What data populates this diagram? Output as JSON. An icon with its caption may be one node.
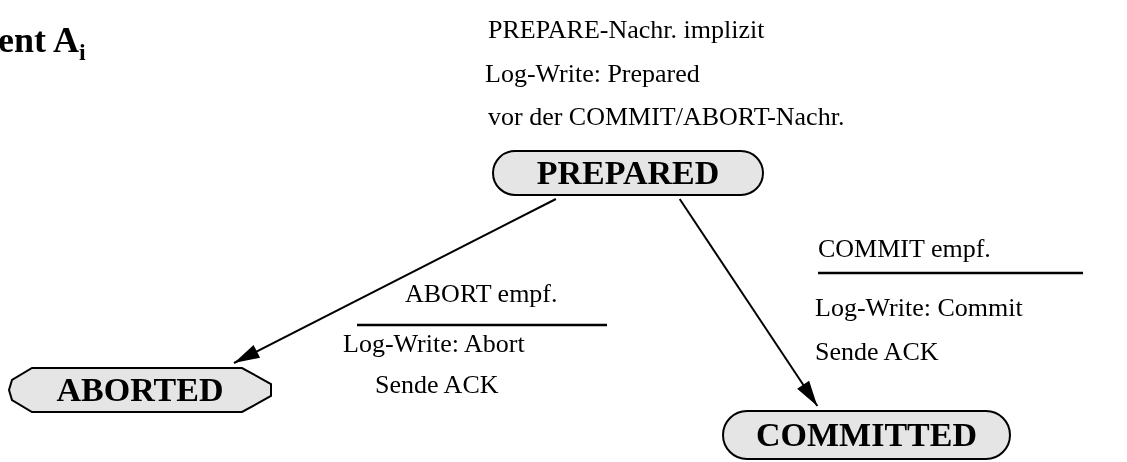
{
  "diagram": {
    "title": "ent A$_{i}$",
    "nodes": [
      {
        "text": [
          "PREPARED"
        ],
        "beside": [
          "PREPARE-Nachr. implizit",
          "Log-Write: Prepared",
          "vor der COMMIT/ABORT-Nachr."
        ]
      },
      {
        "text": [
          "ABORTED"
        ]
      },
      {
        "text": [
          "COMMITTED"
        ]
      }
    ],
    "edges": [
      {
        "from": 0,
        "to": 1,
        "arrow": "to",
        "label": "ABORT empf."
      },
      {
        "from": 0,
        "to": 2,
        "arrow": "to",
        "label": "COMMIT empf."
      }
    ],
    "labels": [
      "Log-Write: Abort",
      "Sende ACK",
      "Log-Write: Commit",
      "Sende ACK"
    ]
  }
}
